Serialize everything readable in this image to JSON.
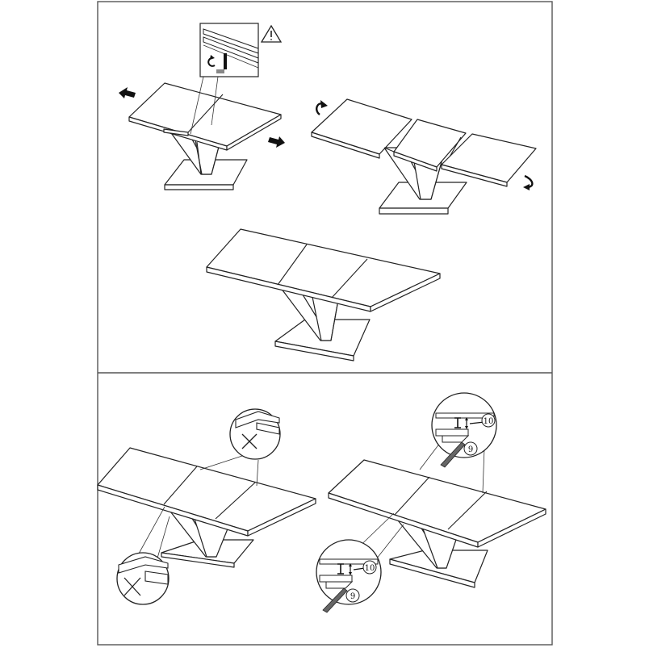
{
  "sheet": {
    "border_color": "#555555",
    "line_color": "#222222",
    "background": "#ffffff"
  },
  "top_panel": {
    "step_a": {
      "icons": [
        "arrow-left-icon",
        "arrow-right-icon",
        "unlock-detail-icon",
        "warning-icon"
      ]
    },
    "step_b": {
      "icons": [
        "rotate-up-icon",
        "rotate-down-icon"
      ]
    },
    "step_c": {
      "icons": []
    }
  },
  "bottom_panel": {
    "wrong_details": {
      "icons": [
        "cross-mark-icon",
        "cross-mark-icon"
      ]
    },
    "correct_details": {
      "callouts": [
        {
          "number": "10"
        },
        {
          "number": "9"
        },
        {
          "number": "10"
        },
        {
          "number": "9"
        }
      ]
    }
  }
}
